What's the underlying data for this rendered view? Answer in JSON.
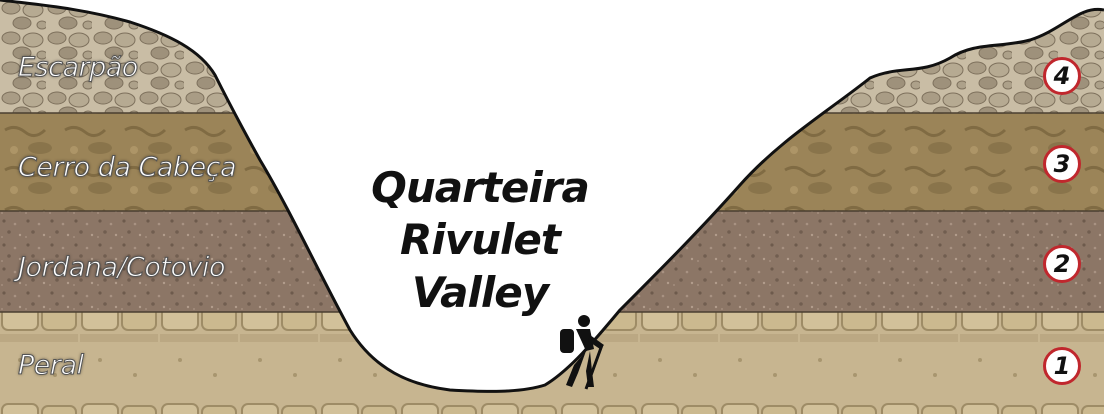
{
  "title": {
    "lines": [
      "Quarteira",
      "Rivulet",
      "Valley"
    ]
  },
  "layers": [
    {
      "number": "4",
      "name": "Escarpão",
      "color": "#c9bda5"
    },
    {
      "number": "3",
      "name": "Cerro da Cabeça",
      "color": "#9b8458"
    },
    {
      "number": "2",
      "name": "Jordana/Cotovio",
      "color": "#8c7666"
    },
    {
      "number": "1",
      "name": "Peral",
      "color": "#c7b590"
    }
  ],
  "icons": {
    "hiker": "hiker-icon"
  }
}
